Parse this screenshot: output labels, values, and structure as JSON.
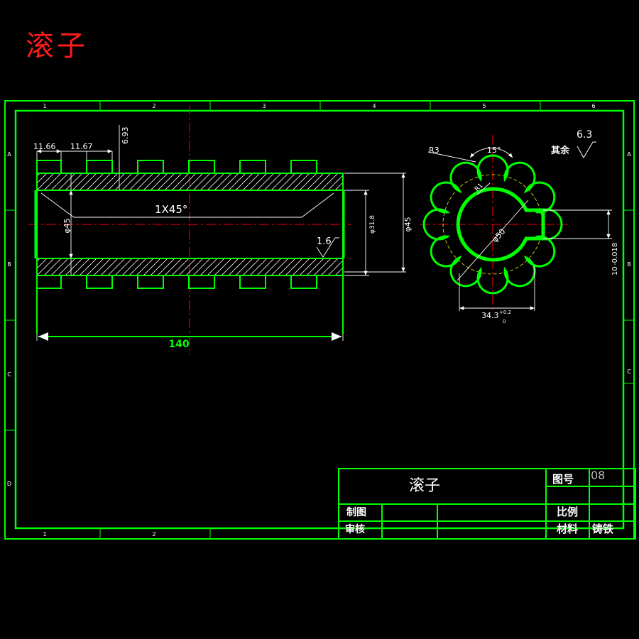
{
  "header": {
    "title": "滚子"
  },
  "frame": {
    "top_zone_labels": [
      "1",
      "2",
      "3",
      "4",
      "5",
      "6"
    ],
    "bottom_zone_labels": [
      "1",
      "2"
    ],
    "left_zone_labels": [
      "A",
      "B",
      "C",
      "D"
    ],
    "right_zone_labels": [
      "A",
      "B",
      "C"
    ]
  },
  "front_view": {
    "dim_pitch_1": "11.66",
    "dim_pitch_2": "11.67",
    "dim_tooth_height": "6.93",
    "dim_bore": "φ45",
    "dim_chamfer": "1X45°",
    "dim_roughness": "1.6",
    "dim_diameter_small": "φ31.8",
    "dim_diameter_outer": "φ45",
    "dim_length": "140"
  },
  "side_view": {
    "dim_radius": "R3",
    "dim_angle": "15°",
    "dim_fillet": "R1",
    "dim_bore": "φ50",
    "dim_key_depth": "34.3",
    "dim_key_depth_tol": "+0.2",
    "dim_key_depth_tol_low": "0",
    "dim_key_width": "10",
    "dim_key_width_tol": "-0.018"
  },
  "surface_note": {
    "label": "其余",
    "value": "6.3"
  },
  "title_block": {
    "part_name": "滚子",
    "drawing_no_label": "图号",
    "drawing_no": "08",
    "drawn_label": "制图",
    "checked_label": "审核",
    "scale_label": "比例",
    "material_label": "材料",
    "material": "铸铁"
  },
  "colors": {
    "outline": "#00ff00",
    "center_line": "#ff0000",
    "dimension": "#ffffff",
    "hidden": "#ffff00",
    "title": "#ff1a1a"
  }
}
